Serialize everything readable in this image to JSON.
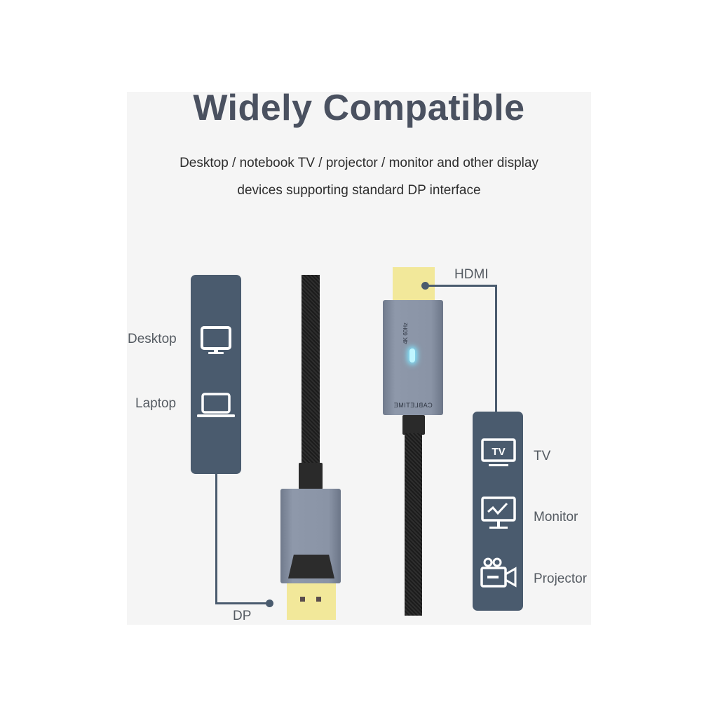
{
  "header": {
    "title": "Widely Compatible",
    "subtitle_line1": "Desktop / notebook TV / projector / monitor and other display",
    "subtitle_line2": "devices supporting standard DP interface"
  },
  "left_group": {
    "connector_label": "DP",
    "items": [
      {
        "label": "Desktop",
        "icon": "desktop-monitor-icon"
      },
      {
        "label": "Laptop",
        "icon": "laptop-icon"
      }
    ]
  },
  "right_group": {
    "connector_label": "HDMI",
    "items": [
      {
        "label": "TV",
        "icon": "tv-icon",
        "icon_text": "TV"
      },
      {
        "label": "Monitor",
        "icon": "monitor-chart-icon"
      },
      {
        "label": "Projector",
        "icon": "projector-camera-icon"
      }
    ]
  },
  "product": {
    "brand_text": "CABLETIME",
    "spec_text": "4K 60Hz"
  },
  "colors": {
    "panel_bg": "#f5f5f5",
    "accent": "#4a5b6e",
    "title": "#4a5160"
  }
}
